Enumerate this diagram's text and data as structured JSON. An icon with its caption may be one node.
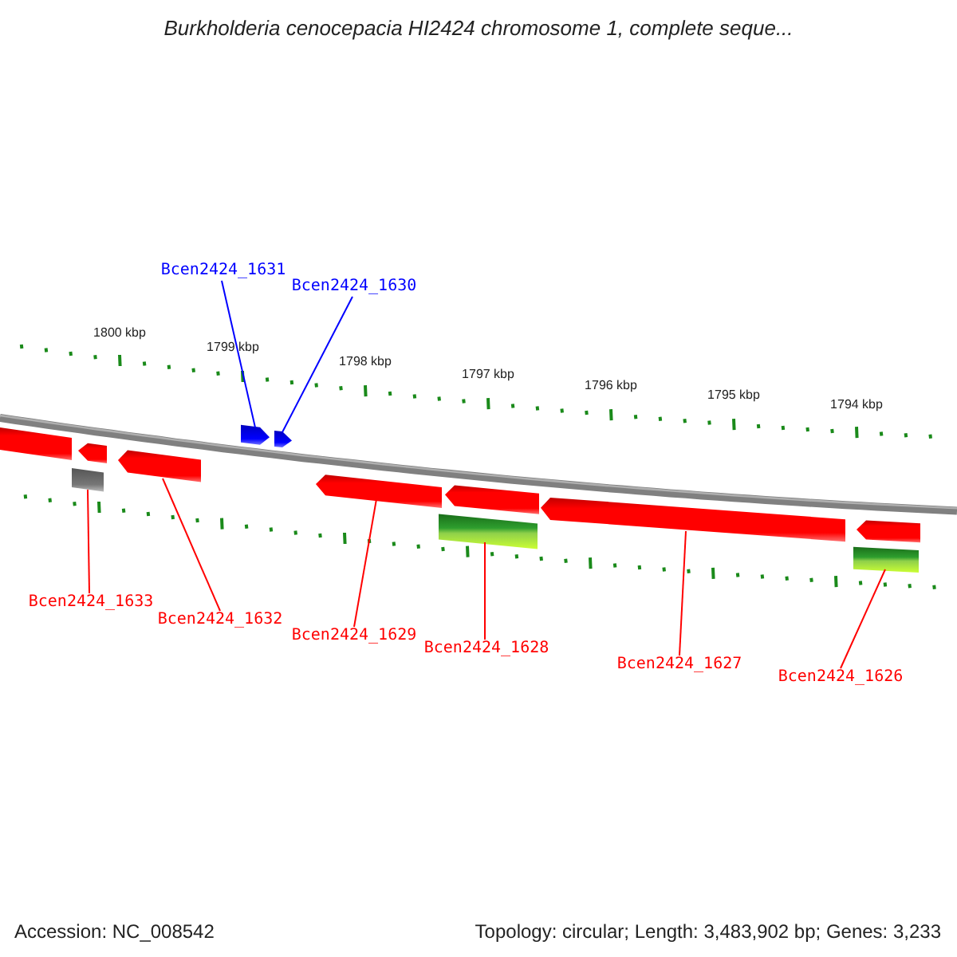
{
  "diagram": {
    "title": "Burkholderia cenocepacia HI2424 chromosome 1, complete seque...",
    "nodes": [
      {
        "text": [
          "Bcen2424_1631"
        ]
      },
      {
        "text": [
          "Bcen2424_1630"
        ]
      },
      {
        "text": [
          "Bcen2424_1633"
        ]
      },
      {
        "text": [
          "Bcen2424_1632"
        ]
      },
      {
        "text": [
          "Bcen2424_1629"
        ]
      },
      {
        "text": [
          "Bcen2424_1628"
        ]
      },
      {
        "text": [
          "Bcen2424_1627"
        ]
      },
      {
        "text": [
          "Bcen2424_1626"
        ]
      },
      {
        "text": [],
        "shape": "bar"
      },
      {
        "text": [],
        "shape": "bar"
      },
      {
        "text": [],
        "shape": "pentagon"
      },
      {
        "text": [],
        "shape": "pentagon"
      },
      {
        "text": [],
        "shape": "pentagon"
      },
      {
        "text": [],
        "shape": "pentagon"
      },
      {
        "text": [],
        "shape": "pentagon"
      },
      {
        "text": [],
        "shape": "bar"
      },
      {
        "text": [],
        "shape": "pentagon"
      },
      {
        "text": [],
        "shape": "pentagon"
      },
      {
        "text": [],
        "shape": "bar"
      },
      {
        "text": [],
        "shape": "pentagon"
      }
    ],
    "edges": [
      {
        "from": 0,
        "to": 12,
        "arrow": "none",
        "color": "#0000ff"
      },
      {
        "from": 1,
        "to": 13,
        "arrow": "none",
        "color": "#0000ff"
      },
      {
        "from": 2,
        "to": 9,
        "arrow": "none"
      },
      {
        "from": 3,
        "to": 11,
        "arrow": "none"
      },
      {
        "from": 4,
        "to": 14,
        "arrow": "none"
      },
      {
        "from": 5,
        "to": 15,
        "arrow": "none"
      },
      {
        "from": 6,
        "to": 17,
        "arrow": "none"
      },
      {
        "from": 7,
        "to": 18,
        "arrow": "none"
      }
    ],
    "labels": [
      "1800 kbp",
      "1799 kbp",
      "1798 kbp",
      "1797 kbp",
      "1796 kbp",
      "1795 kbp",
      "1794 kbp",
      "Accession: NC_008542",
      "Topology: circular; Length: 3,483,902 bp; Genes: 3,233"
    ]
  }
}
